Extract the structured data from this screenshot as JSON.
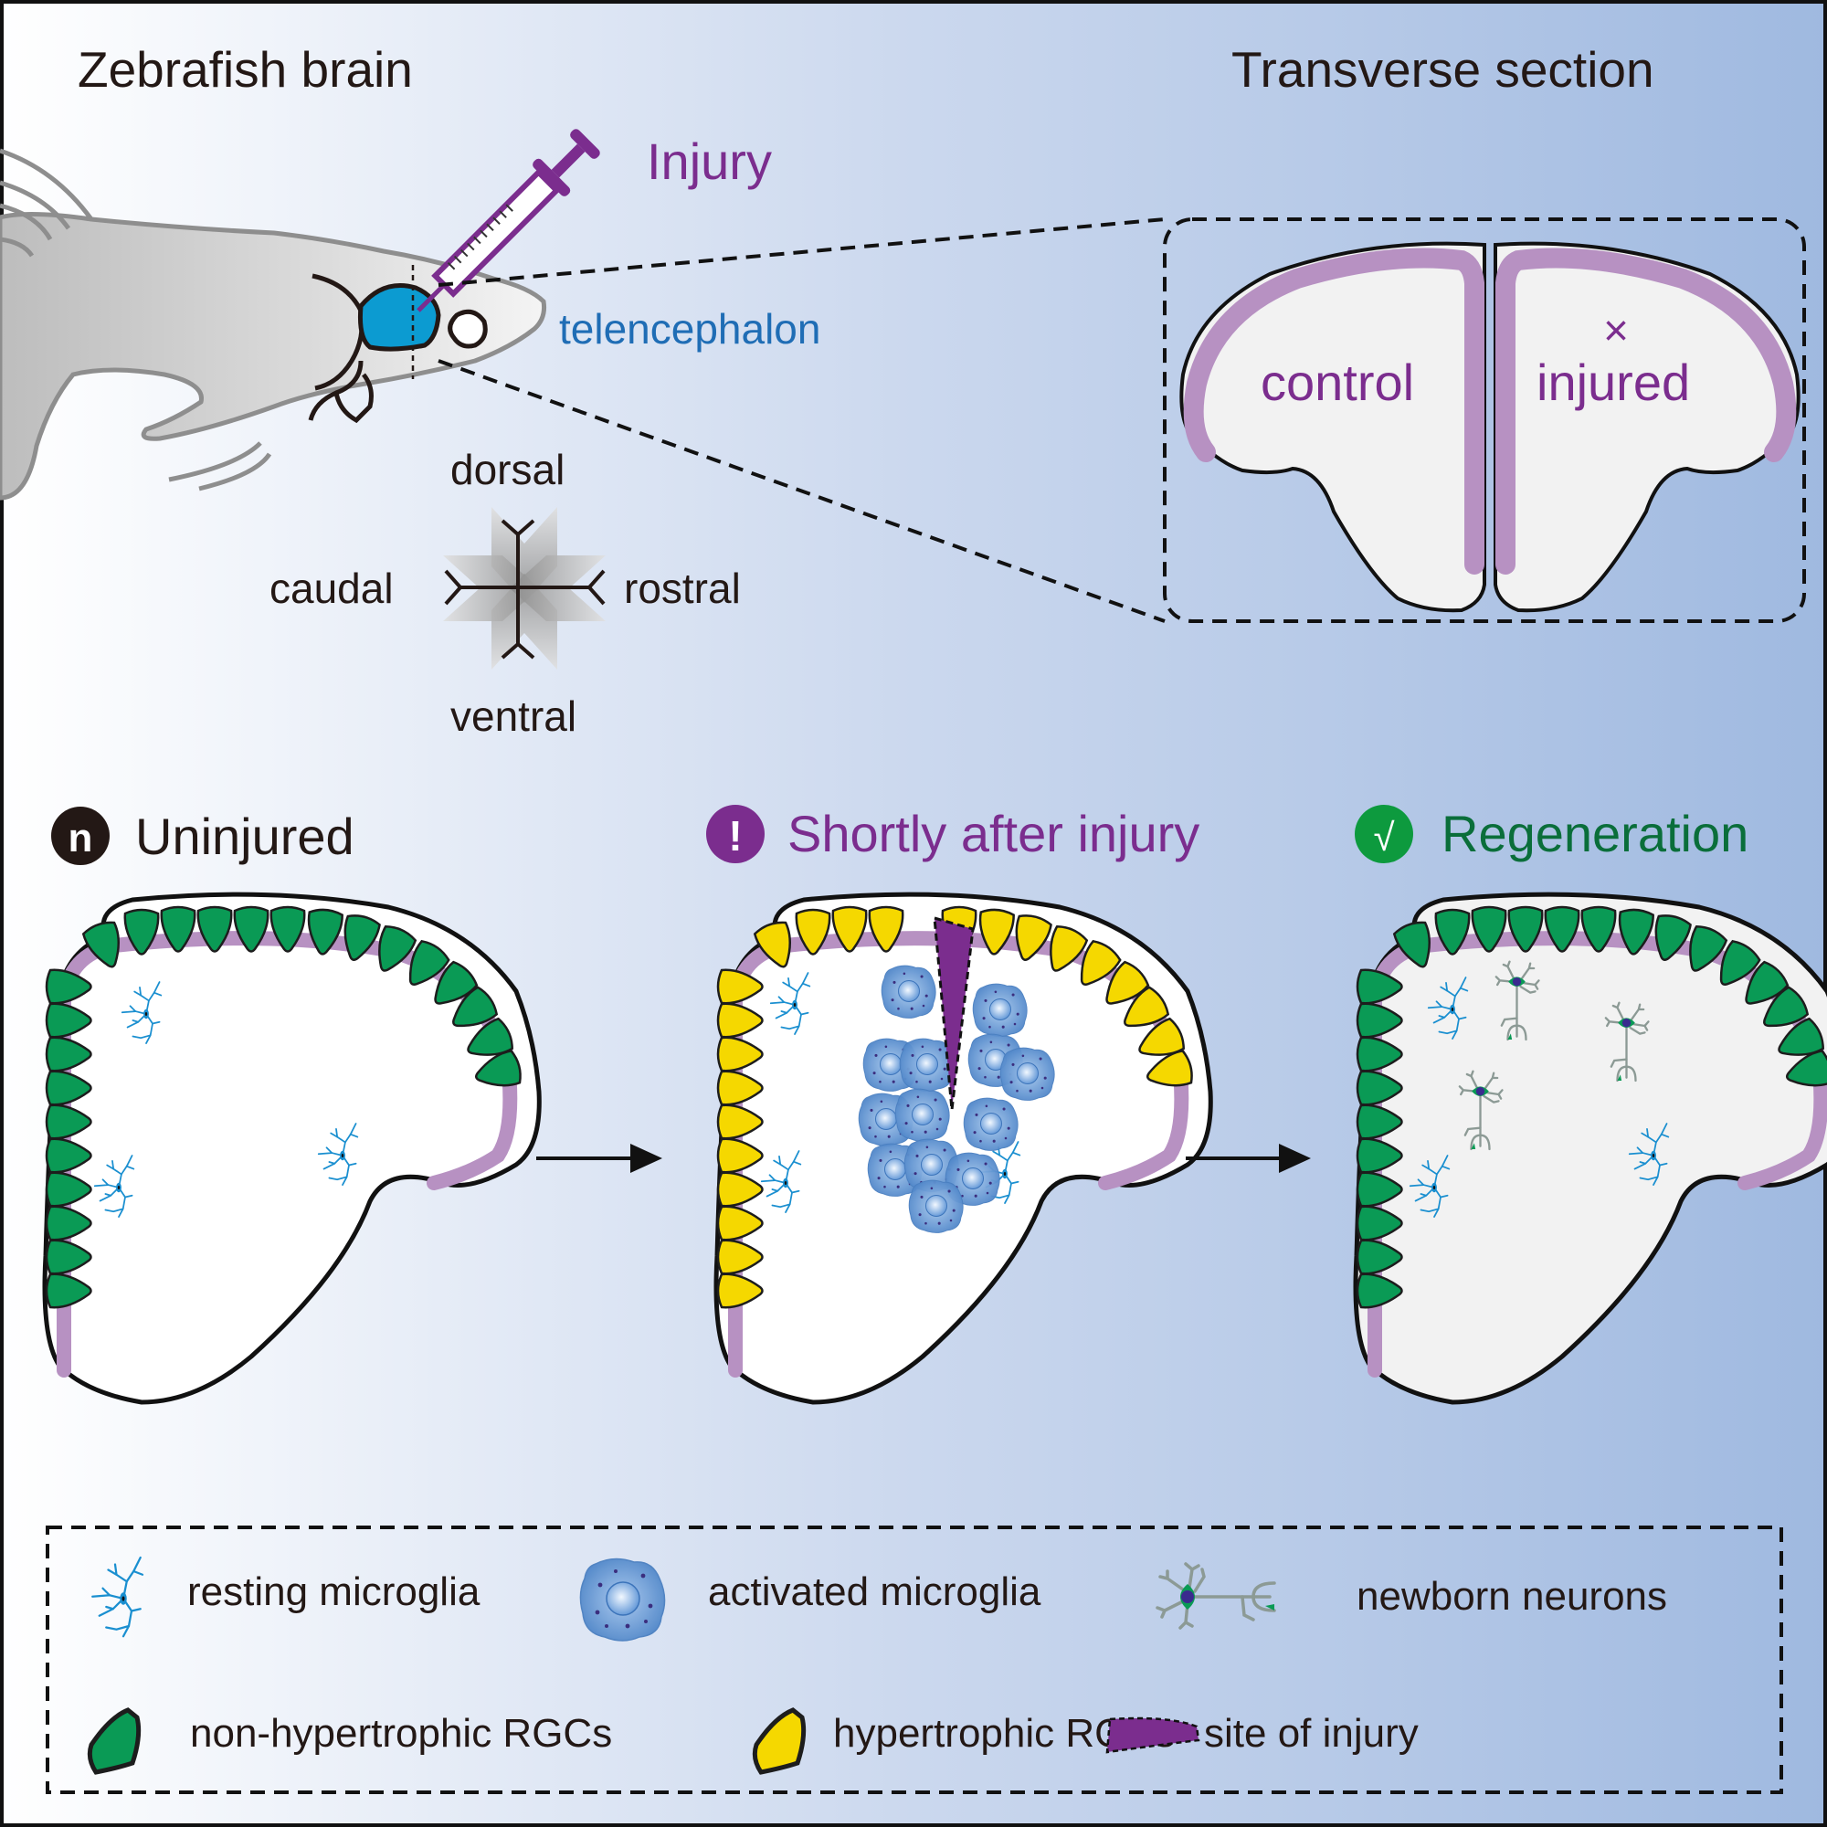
{
  "colors": {
    "bg_left": "#ffffff",
    "bg_right": "#9fb9e0",
    "purple": "#7b2d8e",
    "light_purple": "#b791c2",
    "blue_label": "#1f6db5",
    "tel_blue": "#0c9bd1",
    "green_rgc": "#0a9a55",
    "yellow_rgc": "#f5d800",
    "regen_green": "#0a6e3a",
    "check_green": "#0d9a3e",
    "microglia": "#1a8fd0",
    "activated": "#5b95d6",
    "text": "#231815"
  },
  "overview": {
    "title_left": "Zebrafish brain",
    "title_right": "Transverse section",
    "injury_label": "Injury",
    "region_label": "telencephalon",
    "section": {
      "left_label": "control",
      "right_label": "injured",
      "injury_mark": "×"
    },
    "orientation": {
      "top": "dorsal",
      "bottom": "ventral",
      "left": "caudal",
      "right": "rostral"
    }
  },
  "panels": [
    {
      "badge": "n",
      "title": "Uninjured",
      "color": "#231815",
      "badge_color": "#231815",
      "rgc": "non-hypertrophic"
    },
    {
      "badge": "!",
      "title": "Shortly after injury",
      "color": "#7b2d8e",
      "badge_color": "#7b2d8e",
      "rgc": "hypertrophic"
    },
    {
      "badge": "√",
      "title": "Regeneration",
      "color": "#0a6e3a",
      "badge_color": "#0d9a3e",
      "rgc": "non-hypertrophic"
    }
  ],
  "legend": {
    "items": [
      {
        "icon": "resting-microglia-icon",
        "label": "resting microglia"
      },
      {
        "icon": "activated-microglia-icon",
        "label": "activated microglia"
      },
      {
        "icon": "newborn-neuron-icon",
        "label": "newborn neurons"
      },
      {
        "icon": "non-hypertrophic-rgc-icon",
        "label": "non-hypertrophic RGCs"
      },
      {
        "icon": "hypertrophic-rgc-icon",
        "label": "hypertrophic RGCs"
      },
      {
        "icon": "injury-site-icon",
        "label": "site of injury"
      }
    ]
  }
}
